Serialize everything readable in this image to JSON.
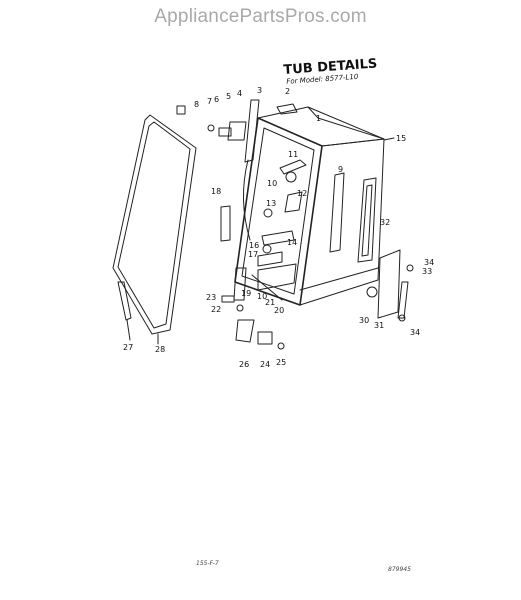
{
  "watermark": "AppliancePartsPros.com",
  "title": "TUB DETAILS",
  "subtitle": "For Model: 8577-L10",
  "footer_left": "155-F-7",
  "footer_right": "879945",
  "callouts": [
    "1",
    "2",
    "3",
    "4",
    "5",
    "6",
    "7",
    "8",
    "9",
    "10",
    "11",
    "12",
    "13",
    "14",
    "15",
    "16",
    "17",
    "18",
    "19",
    "20",
    "21",
    "22",
    "23",
    "24",
    "25",
    "26",
    "27",
    "28",
    "30",
    "31",
    "32",
    "33",
    "34"
  ]
}
